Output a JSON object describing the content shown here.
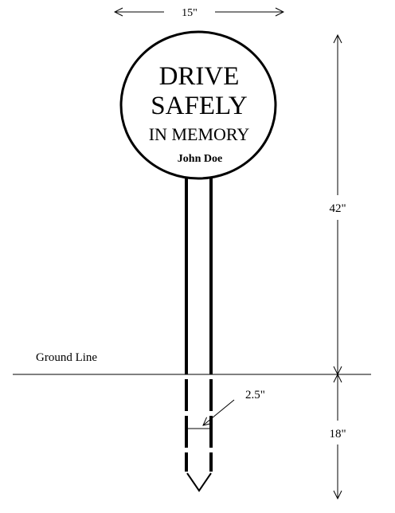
{
  "sign": {
    "line1": "DRIVE",
    "line2": "SAFELY",
    "line3": "IN MEMORY",
    "name": "John Doe"
  },
  "dimensions": {
    "width": "15\"",
    "above_ground": "42\"",
    "below_ground": "18\"",
    "post_width": "2.5\""
  },
  "labels": {
    "ground_line": "Ground Line"
  }
}
